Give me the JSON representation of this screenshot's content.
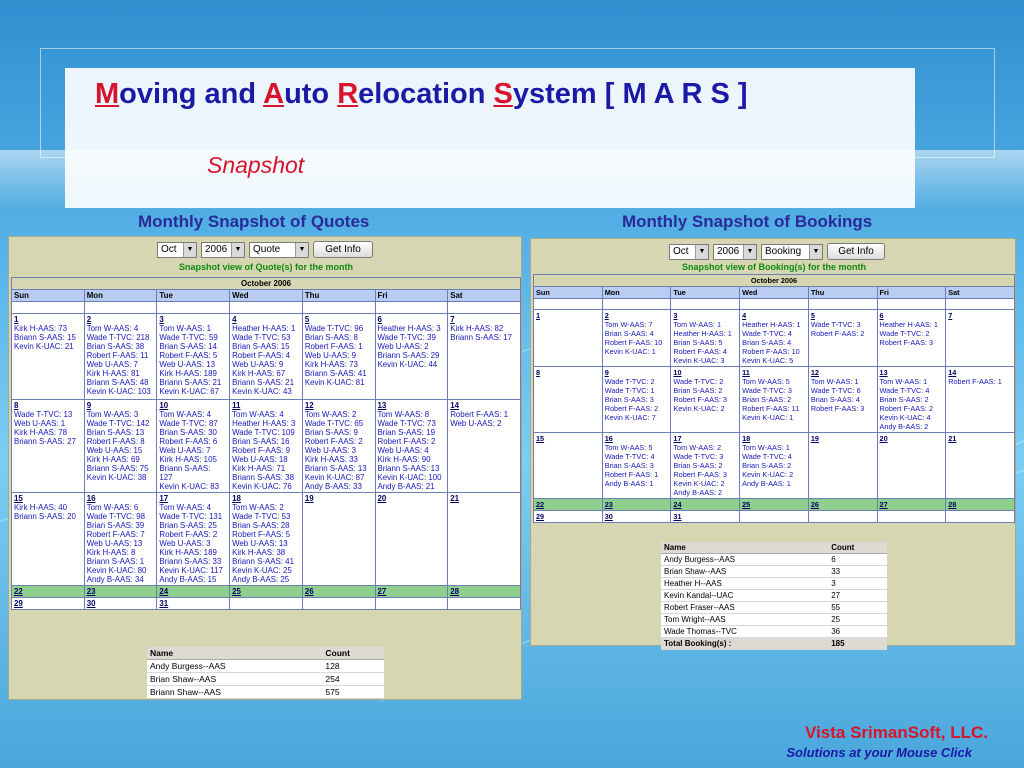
{
  "slide": {
    "title_parts": [
      {
        "text": "M",
        "accent": true
      },
      {
        "text": "oving and ",
        "accent": false
      },
      {
        "text": "A",
        "accent": true
      },
      {
        "text": "uto ",
        "accent": false
      },
      {
        "text": "R",
        "accent": true
      },
      {
        "text": "elocation ",
        "accent": false
      },
      {
        "text": "S",
        "accent": true
      },
      {
        "text": "ystem  [ M A R S ]",
        "accent": false
      }
    ],
    "subtitle": "Snapshot",
    "brand": "Vista SrimanSoft, LLC.",
    "tagline": "Solutions at your Mouse Click",
    "colors": {
      "accent": "#d7142b",
      "title_blue": "#1a1aa6",
      "calendar_header": "#b9cdf2",
      "panel_bg": "#d7d6b2",
      "weekend_green": "#8fd08f"
    }
  },
  "quotes": {
    "caption": "Monthly Snapshot of Quotes",
    "month_select": "Oct",
    "year_select": "2006",
    "type_select": "Quote",
    "button": "Get Info",
    "view_title": "Snapshot view of Quote(s) for the month",
    "month_header": "October 2006",
    "weekdays": [
      "Sun",
      "Mon",
      "Tue",
      "Wed",
      "Thu",
      "Fri",
      "Sat"
    ],
    "weeks": [
      [
        {
          "day": "1",
          "entries": [
            "Kirk H-AAS: 73",
            "Briann S-AAS: 15",
            "Kevin K-UAC: 21"
          ]
        },
        {
          "day": "2",
          "entries": [
            "Tom W-AAS: 4",
            "Wade T-TVC: 218",
            "Brian S-AAS: 38",
            "Robert F-AAS: 11",
            "Web U-AAS: 7",
            "Kirk H-AAS: 81",
            "Briann S-AAS: 48",
            "Kevin K-UAC: 103"
          ]
        },
        {
          "day": "3",
          "entries": [
            "Tom W-AAS: 1",
            "Wade T-TVC: 59",
            "Brian S-AAS: 14",
            "Robert F-AAS: 5",
            "Web U-AAS: 13",
            "Kirk H-AAS: 189",
            "Briann S-AAS: 21",
            "Kevin K-UAC: 67"
          ]
        },
        {
          "day": "4",
          "entries": [
            "Heather H-AAS: 1",
            "Wade T-TVC: 53",
            "Brian S-AAS: 15",
            "Robert F-AAS: 4",
            "Web U-AAS: 9",
            "Kirk H-AAS: 67",
            "Briann S-AAS: 21",
            "Kevin K-UAC: 43"
          ]
        },
        {
          "day": "5",
          "entries": [
            "Wade T-TVC: 96",
            "Brian S-AAS: 8",
            "Robert F-AAS: 1",
            "Web U-AAS: 9",
            "Kirk H-AAS: 73",
            "Briann S-AAS: 41",
            "Kevin K-UAC: 81"
          ]
        },
        {
          "day": "6",
          "entries": [
            "Heather H-AAS: 3",
            "Wade T-TVC: 39",
            "Web U-AAS: 2",
            "Briann S-AAS: 29",
            "Kevin K-UAC: 44"
          ]
        },
        {
          "day": "7",
          "entries": [
            "Kirk H-AAS: 82",
            "Briann S-AAS: 17"
          ]
        }
      ],
      [
        {
          "day": "8",
          "entries": [
            "Wade T-TVC: 13",
            "Web U-AAS: 1",
            "Kirk H-AAS: 78",
            "Briann S-AAS: 27"
          ]
        },
        {
          "day": "9",
          "entries": [
            "Tom W-AAS: 3",
            "Wade T-TVC: 142",
            "Brian S-AAS: 13",
            "Robert F-AAS: 8",
            "Web U-AAS: 15",
            "Kirk H-AAS: 69",
            "Briann S-AAS: 75",
            "Kevin K-UAC: 38"
          ]
        },
        {
          "day": "10",
          "entries": [
            "Tom W-AAS: 4",
            "Wade T-TVC: 87",
            "Brian S-AAS: 30",
            "Robert F-AAS: 6",
            "Web U-AAS: 7",
            "Kirk H-AAS: 105",
            "Briann S-AAS:",
            "127",
            "Kevin K-UAC: 83"
          ]
        },
        {
          "day": "11",
          "entries": [
            "Tom W-AAS: 4",
            "Heather H-AAS: 3",
            "Wade T-TVC: 109",
            "Brian S-AAS: 16",
            "Robert F-AAS: 9",
            "Web U-AAS: 18",
            "Kirk H-AAS: 71",
            "Briann S-AAS: 38",
            "Kevin K-UAC: 76"
          ]
        },
        {
          "day": "12",
          "entries": [
            "Tom W-AAS: 2",
            "Wade T-TVC: 65",
            "Brian S-AAS: 9",
            "Robert F-AAS: 2",
            "Web U-AAS: 3",
            "Kirk H-AAS: 33",
            "Briann S-AAS: 13",
            "Kevin K-UAC: 87",
            "Andy B-AAS: 33"
          ]
        },
        {
          "day": "13",
          "entries": [
            "Tom W-AAS: 8",
            "Wade T-TVC: 73",
            "Brian S-AAS: 19",
            "Robert F-AAS: 2",
            "Web U-AAS: 4",
            "Kirk H-AAS: 90",
            "Briann S-AAS: 13",
            "Kevin K-UAC: 100",
            "Andy B-AAS: 21"
          ]
        },
        {
          "day": "14",
          "entries": [
            "Robert F-AAS: 1",
            "Web U-AAS: 2"
          ]
        }
      ],
      [
        {
          "day": "15",
          "entries": [
            "Kirk H-AAS: 40",
            "Briann S-AAS: 20"
          ]
        },
        {
          "day": "16",
          "entries": [
            "Tom W-AAS: 6",
            "Wade T-TVC: 98",
            "Brian S-AAS: 39",
            "Robert F-AAS: 7",
            "Web U-AAS: 13",
            "Kirk H-AAS: 8",
            "Briann S-AAS: 1",
            "Kevin K-UAC: 80",
            "Andy B-AAS: 34"
          ]
        },
        {
          "day": "17",
          "entries": [
            "Tom W-AAS: 4",
            "Wade T-TVC: 131",
            "Brian S-AAS: 25",
            "Robert F-AAS: 2",
            "Web U-AAS: 3",
            "Kirk H-AAS: 189",
            "Briann S-AAS: 33",
            "Kevin K-UAC: 117",
            "Andy B-AAS: 15"
          ]
        },
        {
          "day": "18",
          "entries": [
            "Tom W-AAS: 2",
            "Wade T-TVC: 53",
            "Brian S-AAS: 28",
            "Robert F-AAS: 5",
            "Web U-AAS: 13",
            "Kirk H-AAS: 38",
            "Briann S-AAS: 41",
            "Kevin K-UAC: 25",
            "Andy B-AAS: 25"
          ]
        },
        {
          "day": "19",
          "entries": []
        },
        {
          "day": "20",
          "entries": []
        },
        {
          "day": "21",
          "entries": []
        }
      ],
      [
        {
          "day": "22",
          "entries": [],
          "green": true
        },
        {
          "day": "23",
          "entries": [],
          "green": true
        },
        {
          "day": "24",
          "entries": [],
          "green": true
        },
        {
          "day": "25",
          "entries": [],
          "green": true
        },
        {
          "day": "26",
          "entries": [],
          "green": true
        },
        {
          "day": "27",
          "entries": [],
          "green": true
        },
        {
          "day": "28",
          "entries": [],
          "green": true
        }
      ],
      [
        {
          "day": "29",
          "entries": []
        },
        {
          "day": "30",
          "entries": []
        },
        {
          "day": "31",
          "entries": []
        },
        {
          "day": "",
          "entries": []
        },
        {
          "day": "",
          "entries": []
        },
        {
          "day": "",
          "entries": []
        },
        {
          "day": "",
          "entries": []
        }
      ]
    ],
    "summary": {
      "headers": [
        "Name",
        "Count"
      ],
      "rows": [
        [
          "Andy Burgess--AAS",
          "128"
        ],
        [
          "Brian Shaw--AAS",
          "254"
        ],
        [
          "Briann Shaw--AAS",
          "575"
        ]
      ]
    }
  },
  "bookings": {
    "caption": "Monthly Snapshot of Bookings",
    "month_select": "Oct",
    "year_select": "2006",
    "type_select": "Booking",
    "button": "Get Info",
    "view_title": "Snapshot view of Booking(s) for the month",
    "month_header": "October 2006",
    "weekdays": [
      "Sun",
      "Mon",
      "Tue",
      "Wed",
      "Thu",
      "Fri",
      "Sat"
    ],
    "weeks": [
      [
        {
          "day": "1",
          "entries": []
        },
        {
          "day": "2",
          "entries": [
            "Tom W-AAS: 7",
            "Brian S-AAS: 4",
            "Robert F-AAS: 10",
            "Kevin K-UAC: 1"
          ]
        },
        {
          "day": "3",
          "entries": [
            "Tom W-AAS: 1",
            "Heather H-AAS: 1",
            "Brian S-AAS: 5",
            "Robert F-AAS: 4",
            "Kevin K-UAC: 3"
          ]
        },
        {
          "day": "4",
          "entries": [
            "Heather H-AAS: 1",
            "Wade T-TVC: 4",
            "Brian S-AAS: 4",
            "Robert F-AAS: 10",
            "Kevin K-UAC: 5"
          ]
        },
        {
          "day": "5",
          "entries": [
            "Wade T-TVC: 3",
            "Robert F-AAS: 2"
          ]
        },
        {
          "day": "6",
          "entries": [
            "Heather H-AAS: 1",
            "Wade T-TVC: 2",
            "Robert F-AAS: 3"
          ]
        },
        {
          "day": "7",
          "entries": []
        }
      ],
      [
        {
          "day": "8",
          "entries": []
        },
        {
          "day": "9",
          "entries": [
            "Wade T-TVC: 2",
            "Wade T-TVC: 1",
            "Brian S-AAS: 3",
            "Robert F-AAS: 2",
            "Kevin K-UAC: 7"
          ]
        },
        {
          "day": "10",
          "entries": [
            "Wade T-TVC: 2",
            "Brian S-AAS: 2",
            "Robert F-AAS: 3",
            "Kevin K-UAC: 2"
          ]
        },
        {
          "day": "11",
          "entries": [
            "Tom W-AAS: 5",
            "Wade T-TVC: 3",
            "Brian S-AAS: 2",
            "Robert F-AAS: 11",
            "Kevin K-UAC: 1"
          ]
        },
        {
          "day": "12",
          "entries": [
            "Tom W-AAS: 1",
            "Wade T-TVC: 6",
            "Brian S-AAS: 4",
            "Robert F-AAS: 3"
          ]
        },
        {
          "day": "13",
          "entries": [
            "Tom W-AAS: 1",
            "Wade T-TVC: 4",
            "Brian S-AAS: 2",
            "Robert F-AAS: 2",
            "Kevin K-UAC: 4",
            "Andy B-AAS: 2"
          ]
        },
        {
          "day": "14",
          "entries": [
            "Robert F-AAS: 1"
          ]
        }
      ],
      [
        {
          "day": "15",
          "entries": []
        },
        {
          "day": "16",
          "entries": [
            "Tom W-AAS: 5",
            "Wade T-TVC: 4",
            "Brian S-AAS: 3",
            "Robert F-AAS: 1",
            "Andy B-AAS: 1"
          ]
        },
        {
          "day": "17",
          "entries": [
            "Tom W-AAS: 2",
            "Wade T-TVC: 3",
            "Brian S-AAS: 2",
            "Robert F-AAS: 3",
            "Kevin K-UAC: 2",
            "Andy B-AAS: 2"
          ]
        },
        {
          "day": "18",
          "entries": [
            "Tom W-AAS: 1",
            "Wade T-TVC: 4",
            "Brian S-AAS: 2",
            "Kevin K-UAC: 2",
            "Andy B-AAS: 1"
          ]
        },
        {
          "day": "19",
          "entries": []
        },
        {
          "day": "20",
          "entries": []
        },
        {
          "day": "21",
          "entries": []
        }
      ],
      [
        {
          "day": "22",
          "entries": [],
          "green": true
        },
        {
          "day": "23",
          "entries": [],
          "green": true
        },
        {
          "day": "24",
          "entries": [],
          "green": true
        },
        {
          "day": "25",
          "entries": [],
          "green": true
        },
        {
          "day": "26",
          "entries": [],
          "green": true
        },
        {
          "day": "27",
          "entries": [],
          "green": true
        },
        {
          "day": "28",
          "entries": [],
          "green": true
        }
      ],
      [
        {
          "day": "29",
          "entries": []
        },
        {
          "day": "30",
          "entries": []
        },
        {
          "day": "31",
          "entries": []
        },
        {
          "day": "",
          "entries": []
        },
        {
          "day": "",
          "entries": []
        },
        {
          "day": "",
          "entries": []
        },
        {
          "day": "",
          "entries": []
        }
      ]
    ],
    "summary": {
      "headers": [
        "Name",
        "Count"
      ],
      "rows": [
        [
          "Andy Burgess--AAS",
          "6"
        ],
        [
          "Brian Shaw--AAS",
          "33"
        ],
        [
          "Heather H--AAS",
          "3"
        ],
        [
          "Kevin Kandal--UAC",
          "27"
        ],
        [
          "Robert Fraser--AAS",
          "55"
        ],
        [
          "Tom Wright--AAS",
          "25"
        ],
        [
          "Wade Thomas--TVC",
          "36"
        ]
      ],
      "total_label": "Total Booking(s) :",
      "total_value": "185"
    }
  }
}
